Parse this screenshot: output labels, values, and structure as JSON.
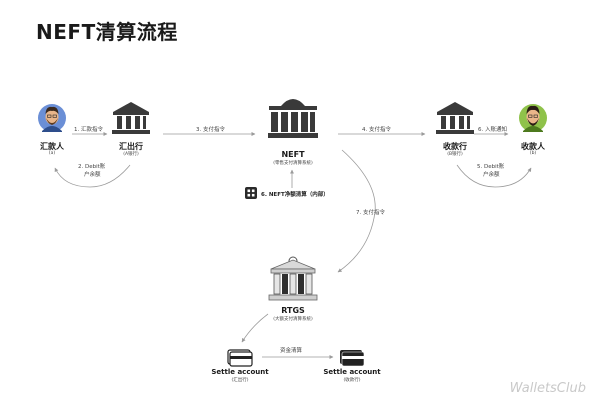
{
  "title": "NEFT清算流程",
  "nodes": {
    "payer": {
      "label": "汇款人",
      "sub": "(a)"
    },
    "payer_bank": {
      "label": "汇出行",
      "sub": "(A银行)"
    },
    "neft": {
      "label": "NEFT",
      "sub": "(零售支付清算系统)"
    },
    "payee_bank": {
      "label": "收款行",
      "sub": "(B银行)"
    },
    "payee": {
      "label": "收款人",
      "sub": "(b)"
    },
    "neft_internal": {
      "label": "6. NEFT净额清算（内部）"
    },
    "rtgs": {
      "label": "RTGS",
      "sub": "(大额支付清算系统)"
    },
    "settle_a": {
      "label": "Settle account",
      "sub": "(汇出行)"
    },
    "settle_b": {
      "label": "Settle account",
      "sub": "(收款行)"
    }
  },
  "steps": {
    "s1": "1. 汇款指令",
    "s2_line1": "2. Debit账",
    "s2_line2": "户余额",
    "s3": "3. 支付指令",
    "s4": "4. 支付指令",
    "s5_line1": "5. Debit账",
    "s5_line2": "户余额",
    "s6": "6. 入账通知",
    "s7": "7. 支付指令",
    "transfer": "资金清算"
  },
  "watermark": "WalletsClub",
  "colors": {
    "ink": "#1a1a1a",
    "arrow": "#9a9a9a",
    "building": "#3a3a3a",
    "payer_face_bg": "#6b8fd6",
    "payee_face_bg": "#8fc24a",
    "skin": "#e9b58a",
    "hair": "#3b2a1e",
    "beard": "#5a3a22"
  }
}
